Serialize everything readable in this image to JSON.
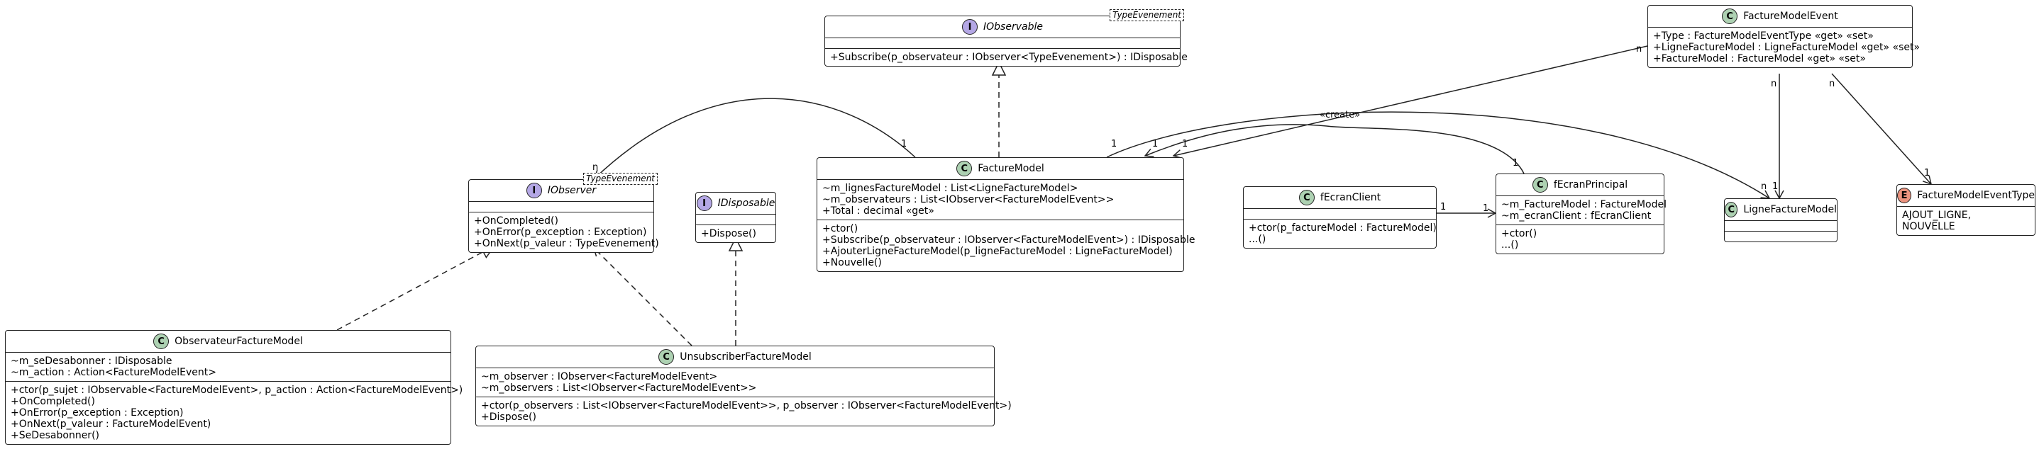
{
  "classes": {
    "iobservable": {
      "badge": "I",
      "name": "IObservable",
      "type_param": "TypeEvenement",
      "attributes": [],
      "methods": [
        "+Subscribe(p_observateur : IObserver<TypeEvenement>) : IDisposable"
      ]
    },
    "facturemodelevent": {
      "badge": "C",
      "name": "FactureModelEvent",
      "attributes": [
        "+Type : FactureModelEventType «get» «set»",
        "+LigneFactureModel : LigneFactureModel «get» «set»",
        "+FactureModel : FactureModel «get» «set»"
      ]
    },
    "iobserver": {
      "badge": "I",
      "name": "IObserver",
      "type_param": "TypeEvenement",
      "attributes": [],
      "methods": [
        "+OnCompleted()",
        "+OnError(p_exception : Exception)",
        "+OnNext(p_valeur : TypeEvenement)"
      ]
    },
    "idisposable": {
      "badge": "I",
      "name": "IDisposable",
      "attributes": [],
      "methods": [
        "+Dispose()"
      ]
    },
    "facturemodel": {
      "badge": "C",
      "name": "FactureModel",
      "attributes": [
        "~m_lignesFactureModel : List<LigneFactureModel>",
        "~m_observateurs : List<IObserver<FactureModelEvent>>",
        "+Total : decimal «get»"
      ],
      "methods": [
        "+ctor()",
        "+Subscribe(p_observateur : IObserver<FactureModelEvent>) : IDisposable",
        "+AjouterLigneFactureModel(p_ligneFactureModel : LigneFactureModel)",
        "+Nouvelle()"
      ]
    },
    "fecranclient": {
      "badge": "C",
      "name": "fEcranClient",
      "attributes": [],
      "methods": [
        "+ctor(p_factureModel : FactureModel)",
        "...()"
      ]
    },
    "fecranprincipal": {
      "badge": "C",
      "name": "fEcranPrincipal",
      "attributes": [
        "~m_FactureModel : FactureModel",
        "~m_ecranClient : fEcranClient"
      ],
      "methods": [
        "+ctor()",
        "...()"
      ]
    },
    "lignefacturemodel": {
      "badge": "C",
      "name": "LigneFactureModel",
      "attributes": [],
      "methods": []
    },
    "facturemodeleventtype": {
      "badge": "E",
      "name": "FactureModelEventType",
      "attributes": [
        "AJOUT_LIGNE,",
        "NOUVELLE"
      ]
    },
    "observateurfacturemodel": {
      "badge": "C",
      "name": "ObservateurFactureModel",
      "attributes": [
        "~m_seDesabonner : IDisposable",
        "~m_action : Action<FactureModelEvent>"
      ],
      "methods": [
        "+ctor(p_sujet : IObservable<FactureModelEvent>, p_action : Action<FactureModelEvent>)",
        "+OnCompleted()",
        "+OnError(p_exception : Exception)",
        "+OnNext(p_valeur : FactureModelEvent)",
        "+SeDesabonner()"
      ]
    },
    "unsubscriberfacturemodel": {
      "badge": "C",
      "name": "UnsubscriberFactureModel",
      "attributes": [
        "~m_observer : IObserver<FactureModelEvent>",
        "~m_observers : List<IObserver<FactureModelEvent>>"
      ],
      "methods": [
        "+ctor(p_observers : List<IObserver<FactureModelEvent>>, p_observer : IObserver<FactureModelEvent>)",
        "+Dispose()"
      ]
    }
  },
  "relations": {
    "labels": {
      "fm_iobserver_1": "1",
      "fm_iobserver_n": "n",
      "fm_ligne_1": "1",
      "fm_ligne_n": "n",
      "fme_fm_n": "n",
      "fme_fm_1": "1",
      "fme_ligne_n": "n",
      "fme_ligne_1": "1",
      "fme_type_n": "n",
      "fme_type_1": "1",
      "fep_fm_1a": "1",
      "fep_fm_1b": "1",
      "create": "«create»",
      "fec_fep_1a": "1",
      "fec_fep_1b": "1"
    }
  },
  "colors": {
    "class_badge": "#add1b2",
    "interface_badge": "#b4a7e5",
    "enum_badge": "#eb937f",
    "line": "#222222"
  }
}
